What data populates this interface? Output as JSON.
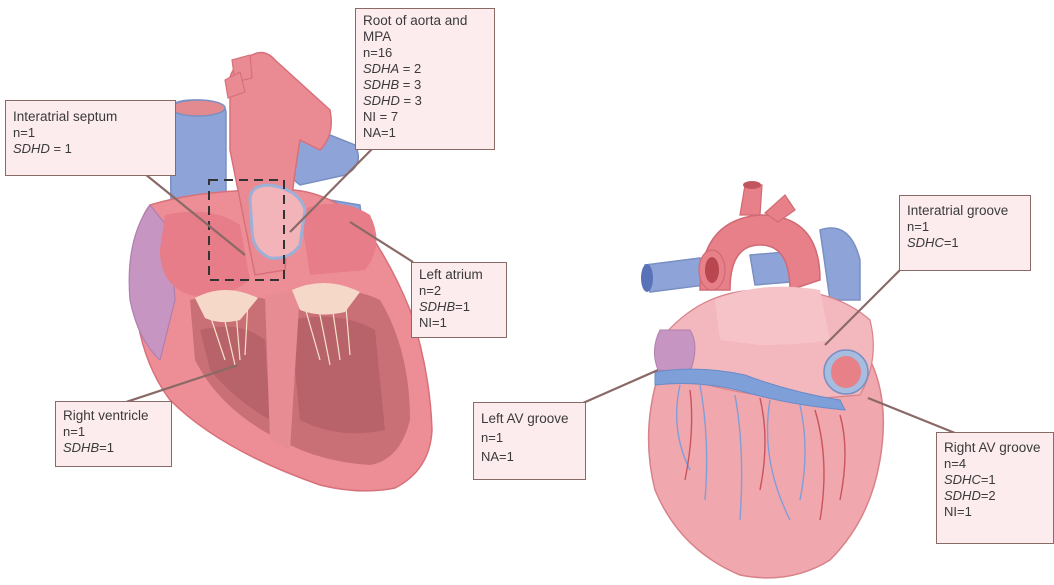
{
  "palette": {
    "heart_red": "#e8808a",
    "heart_pink": "#f3b8bd",
    "vessel_blue": "#8aa2d6",
    "label_bg": "#fcecee",
    "label_border": "#8a6a66",
    "leader_line": "#8a6a66"
  },
  "labels": {
    "root": {
      "title": "Root of aorta and MPA",
      "count": "n=16",
      "rows": [
        {
          "gene": "SDHA",
          "value": " = 2"
        },
        {
          "gene": "SDHB",
          "value": " = 3"
        },
        {
          "gene": "SDHD",
          "value": " = 3"
        },
        {
          "gene": "",
          "value": "NI = 7"
        },
        {
          "gene": "",
          "value": "NA=1"
        }
      ]
    },
    "septum": {
      "title": "Interatrial septum",
      "count": "n=1",
      "rows": [
        {
          "gene": "SDHD",
          "value": " = 1"
        }
      ]
    },
    "left_atrium": {
      "title": "Left atrium",
      "count": "n=2",
      "rows": [
        {
          "gene": "SDHB",
          "value": "=1"
        },
        {
          "gene": "",
          "value": "NI=1"
        }
      ]
    },
    "right_ventricle": {
      "title": "Right ventricle",
      "count": "n=1",
      "rows": [
        {
          "gene": "SDHB",
          "value": "=1"
        }
      ]
    },
    "interatrial_groove": {
      "title": "Interatrial groove",
      "count": "n=1",
      "rows": [
        {
          "gene": "SDHC",
          "value": "=1"
        }
      ]
    },
    "left_av_groove": {
      "title": "Left AV groove",
      "count": "n=1",
      "rows": [
        {
          "gene": "",
          "value": "NA=1"
        }
      ]
    },
    "right_av_groove": {
      "title": "Right AV groove",
      "count": "n=4",
      "rows": [
        {
          "gene": "SDHC",
          "value": "=1"
        },
        {
          "gene": "SDHD",
          "value": "=2"
        },
        {
          "gene": "",
          "value": "NI=1"
        }
      ]
    }
  }
}
